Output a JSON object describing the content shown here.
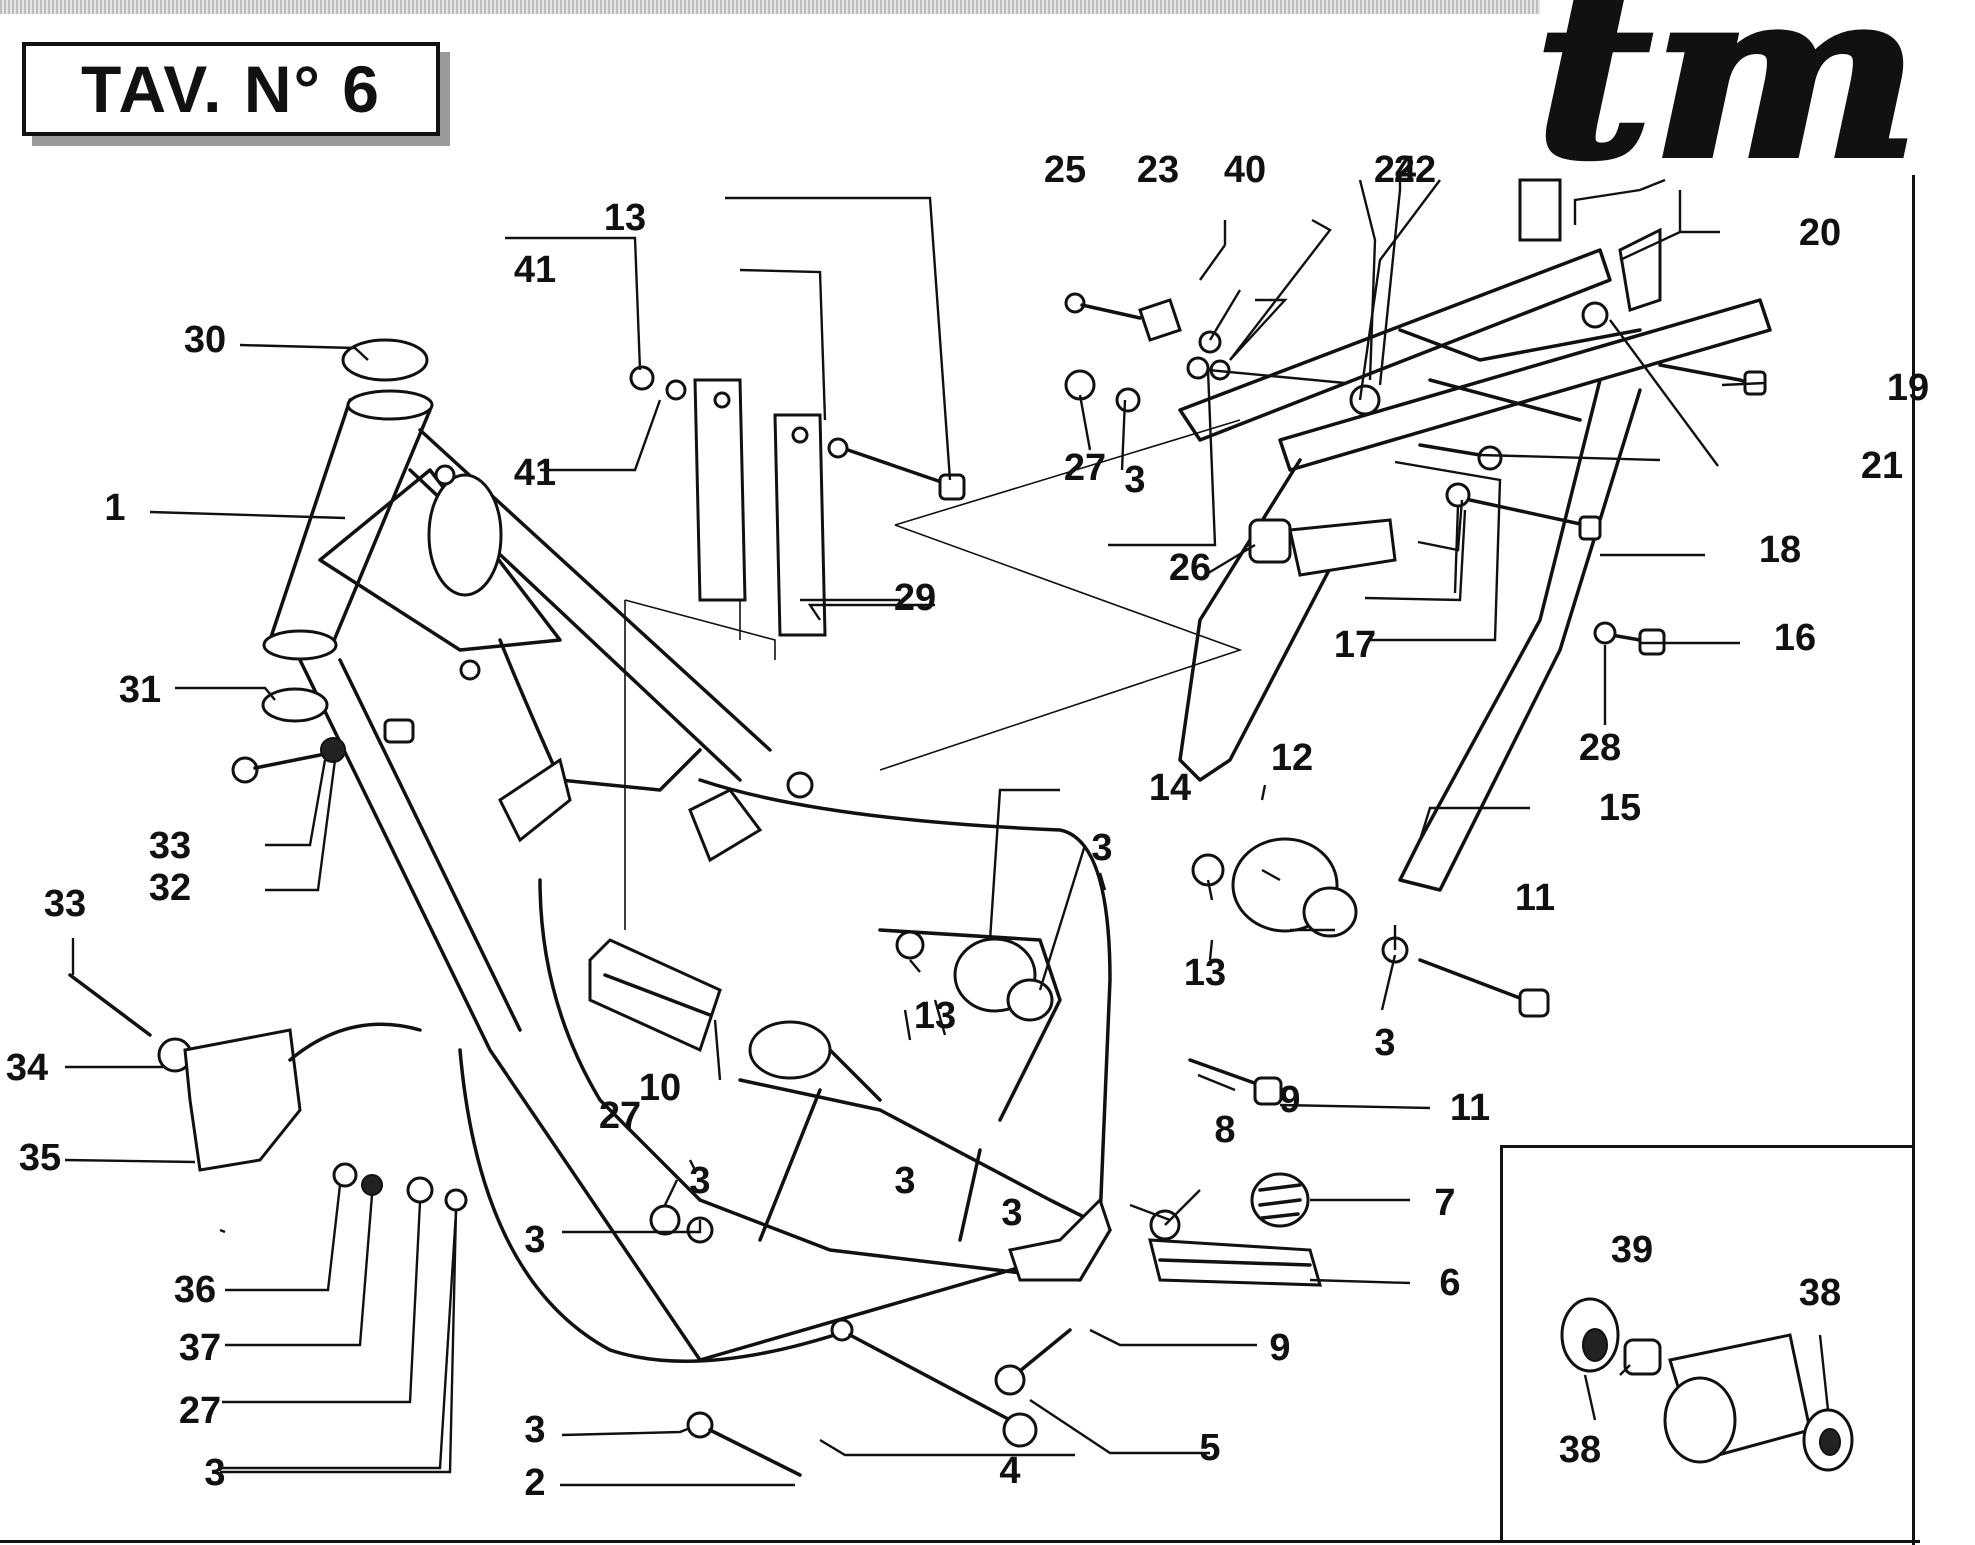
{
  "plate_title": "TAV. N° 6",
  "brand_logo_text": "tm",
  "callouts": [
    {
      "text": "1"
    },
    {
      "text": "2"
    },
    {
      "text": "3"
    },
    {
      "text": "3"
    },
    {
      "text": "3"
    },
    {
      "text": "3"
    },
    {
      "text": "3"
    },
    {
      "text": "3"
    },
    {
      "text": "3"
    },
    {
      "text": "3"
    },
    {
      "text": "3"
    },
    {
      "text": "4"
    },
    {
      "text": "5"
    },
    {
      "text": "6"
    },
    {
      "text": "7"
    },
    {
      "text": "8"
    },
    {
      "text": "9"
    },
    {
      "text": "9"
    },
    {
      "text": "10"
    },
    {
      "text": "11"
    },
    {
      "text": "11"
    },
    {
      "text": "12"
    },
    {
      "text": "13"
    },
    {
      "text": "13"
    },
    {
      "text": "13"
    },
    {
      "text": "14"
    },
    {
      "text": "15"
    },
    {
      "text": "16"
    },
    {
      "text": "17"
    },
    {
      "text": "18"
    },
    {
      "text": "19"
    },
    {
      "text": "20"
    },
    {
      "text": "21"
    },
    {
      "text": "22"
    },
    {
      "text": "23"
    },
    {
      "text": "24"
    },
    {
      "text": "25"
    },
    {
      "text": "26"
    },
    {
      "text": "27"
    },
    {
      "text": "27"
    },
    {
      "text": "27"
    },
    {
      "text": "28"
    },
    {
      "text": "29"
    },
    {
      "text": "30"
    },
    {
      "text": "31"
    },
    {
      "text": "32"
    },
    {
      "text": "33"
    },
    {
      "text": "33"
    },
    {
      "text": "34"
    },
    {
      "text": "35"
    },
    {
      "text": "36"
    },
    {
      "text": "37"
    },
    {
      "text": "38"
    },
    {
      "text": "38"
    },
    {
      "text": "39"
    },
    {
      "text": "40"
    },
    {
      "text": "41"
    },
    {
      "text": "41"
    }
  ]
}
